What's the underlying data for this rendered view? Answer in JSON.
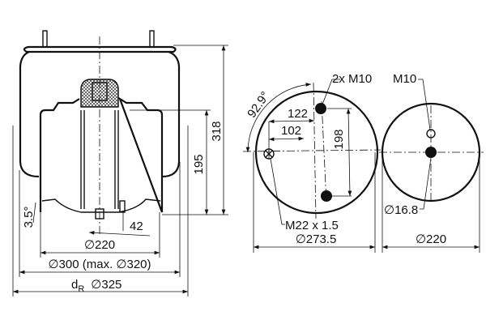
{
  "side_view": {
    "height_total": "318",
    "height_piston": "195",
    "angle": "3.5°",
    "offset": "42",
    "dia_piston": "∅220",
    "dia_bellows": "∅300 (max. ∅320)",
    "dr_label": "d",
    "dr_sub": "R",
    "dia_roll": "∅325"
  },
  "top_plate_view": {
    "studs": "2x M10",
    "dim_122": "122",
    "dim_102": "102",
    "dim_198": "198",
    "angle": "92.9°",
    "air_inlet": "M22 x 1.5",
    "diameter": "∅273.5"
  },
  "piston_view": {
    "thread": "M10",
    "hole": "∅16.8",
    "diameter": "∅220"
  }
}
